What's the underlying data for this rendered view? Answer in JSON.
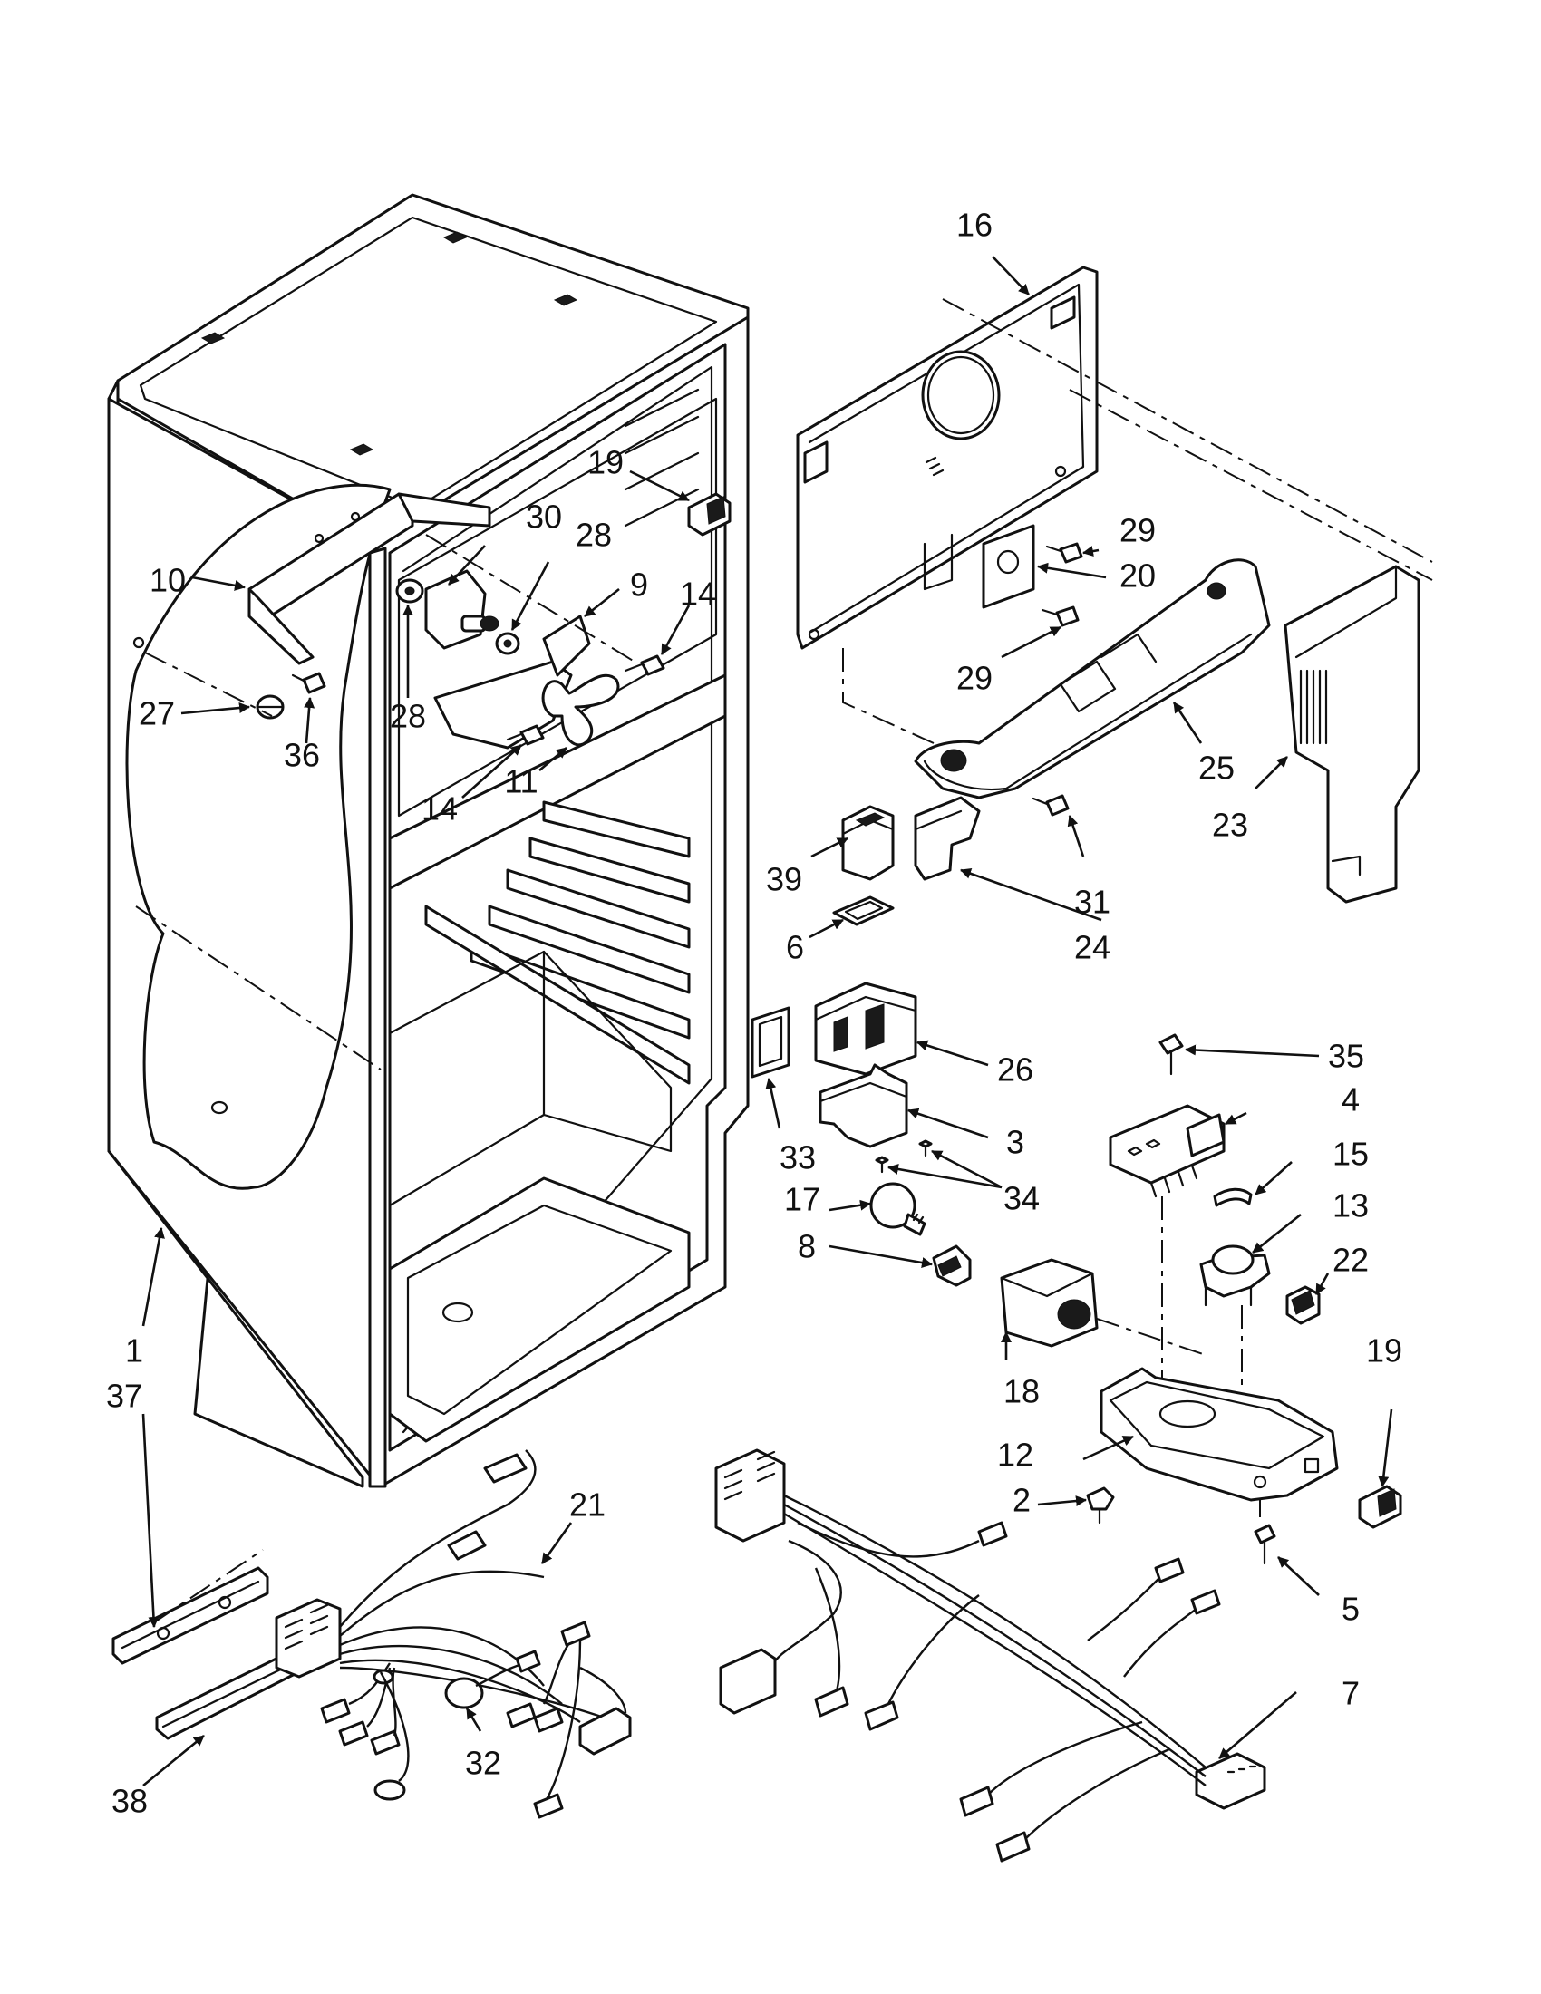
{
  "callouts": {
    "c1": "1",
    "c2": "2",
    "c3": "3",
    "c4": "4",
    "c5": "5",
    "c6": "6",
    "c7": "7",
    "c8": "8",
    "c9": "9",
    "c10": "10",
    "c11": "11",
    "c12": "12",
    "c13": "13",
    "c14a": "14",
    "c14b": "14",
    "c15": "15",
    "c16": "16",
    "c17": "17",
    "c18": "18",
    "c19a": "19",
    "c19b": "19",
    "c20": "20",
    "c21": "21",
    "c22": "22",
    "c23": "23",
    "c24": "24",
    "c25": "25",
    "c26": "26",
    "c27": "27",
    "c28a": "28",
    "c28b": "28",
    "c29a": "29",
    "c29b": "29",
    "c30": "30",
    "c31": "31",
    "c32": "32",
    "c33": "33",
    "c34": "34",
    "c35": "35",
    "c36": "36",
    "c37": "37",
    "c38": "38",
    "c39": "39"
  }
}
